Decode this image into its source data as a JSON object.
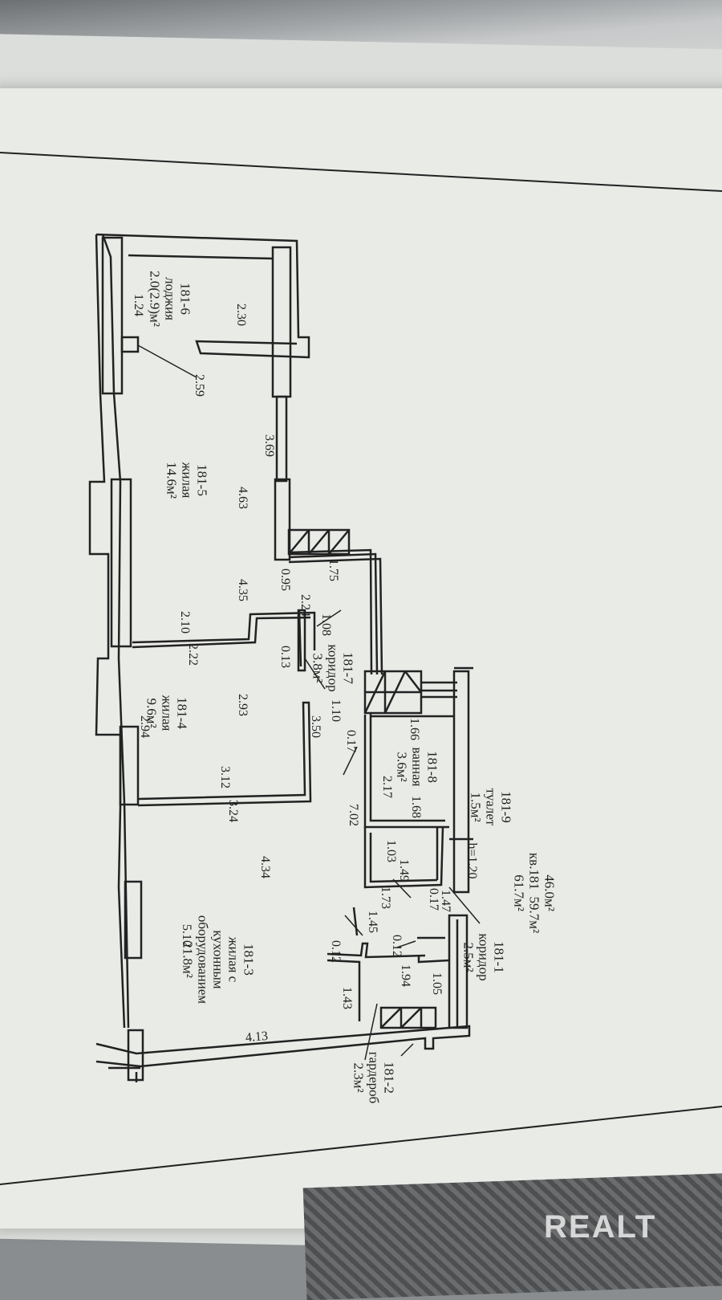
{
  "summary": {
    "area_total": "46.0м²",
    "apartment": "кв.181",
    "area_living": "59.7м²",
    "area_with_loggia": "61.7м²"
  },
  "rooms": [
    {
      "id": "181-1",
      "name": "коридор",
      "area": "2.5м²"
    },
    {
      "id": "181-2",
      "name": "гардероб",
      "area": "2.3м²"
    },
    {
      "id": "181-3",
      "name": "жилая с\nкухонным\nоборудованием",
      "area": "21.8м²"
    },
    {
      "id": "181-4",
      "name": "жилая",
      "area": "9.6м²"
    },
    {
      "id": "181-5",
      "name": "жилая",
      "area": "14.6м²"
    },
    {
      "id": "181-6",
      "name": "лоджия",
      "area": "2.0(2.9)м²"
    },
    {
      "id": "181-7",
      "name": "коридор",
      "area": "3.8м²"
    },
    {
      "id": "181-8",
      "name": "ванная",
      "area": "3.6м²"
    },
    {
      "id": "181-9",
      "name": "туалет",
      "area": "1.5м²"
    }
  ],
  "dimensions": [
    "2.30",
    "1.24",
    "2.59",
    "3.69",
    "4.63",
    "1.75",
    "0.95",
    "4.35",
    "2.24",
    "2.10",
    "1.08",
    "0.13",
    "2.22",
    "2.93",
    "1.10",
    "3.50",
    "2.94",
    "0.17",
    "1.66",
    "2.17",
    "3.12",
    "3.24",
    "1.68",
    "7.02",
    "1.03",
    "1.49",
    "4.34",
    "1.73",
    "0.17",
    "1.47",
    "1.45",
    "0.12",
    "0.12",
    "1.94",
    "1.05",
    "5.10",
    "1.43",
    "4.13"
  ],
  "ceiling_height": "h=1.20",
  "watermark": "REALT"
}
